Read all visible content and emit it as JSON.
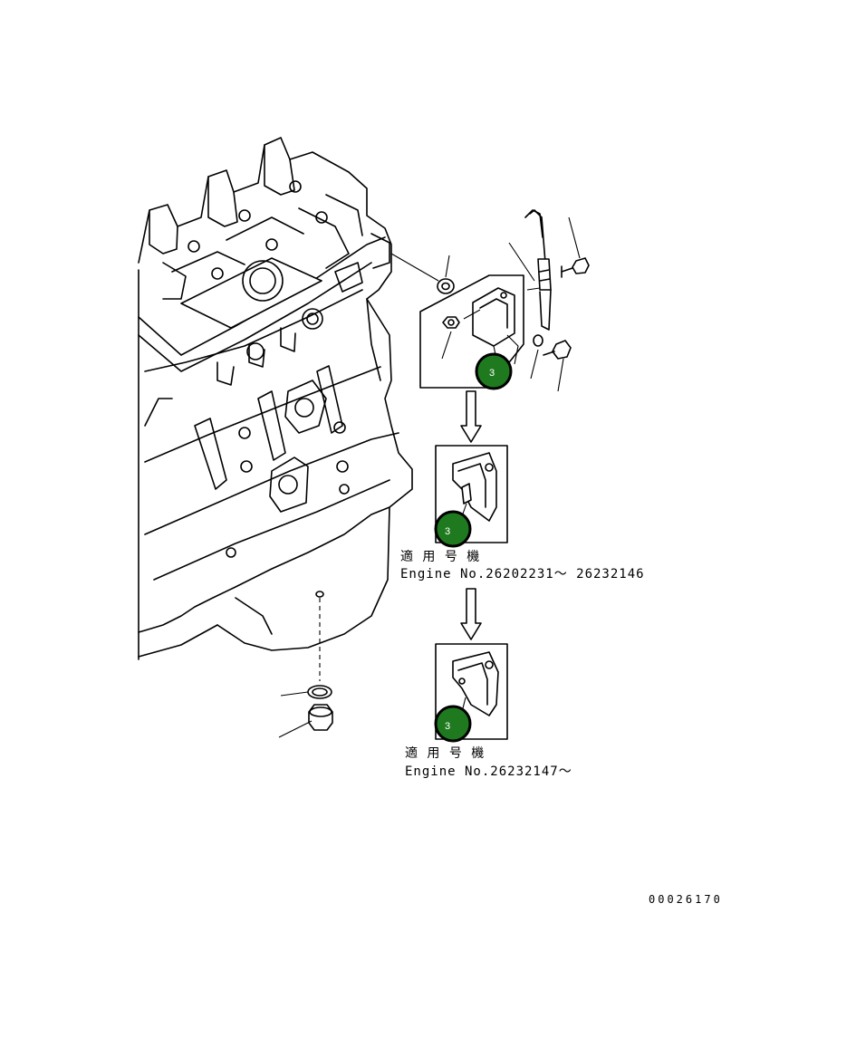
{
  "callouts": {
    "main": "3",
    "variant_1": "3",
    "variant_2": "3"
  },
  "variant_1": {
    "applicable_label": "適 用 号 機",
    "engine_range": "Engine No.26202231～ 26232146"
  },
  "variant_2": {
    "applicable_label": "適 用 号 機",
    "engine_range": "Engine No.26232147～"
  },
  "drawing_code": "00026170",
  "colors": {
    "callout_fill": "#1f7a1f",
    "line": "#000000",
    "background": "#ffffff"
  }
}
